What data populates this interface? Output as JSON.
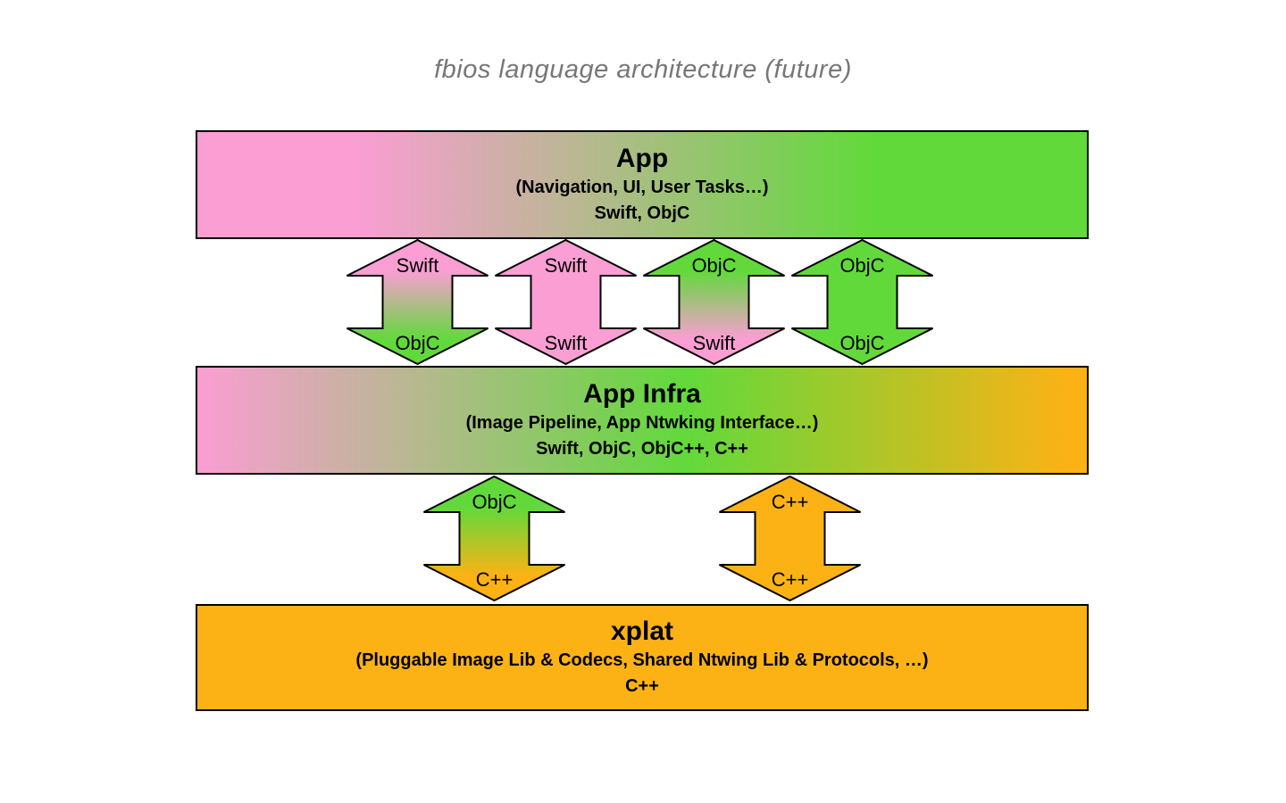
{
  "title": "fbios language architecture (future)",
  "colors": {
    "pink": "#FA9ED3",
    "green": "#62D93B",
    "orange": "#FCB215",
    "title_gray": "#777777",
    "border": "#000000"
  },
  "layers": [
    {
      "title": "App",
      "subtitle": "(Navigation, UI, User Tasks…)",
      "languages": "Swift, ObjC",
      "gradient": [
        "pink",
        "green"
      ]
    },
    {
      "title": "App Infra",
      "subtitle": "(Image Pipeline, App Ntwking Interface…)",
      "languages": "Swift, ObjC, ObjC++, C++",
      "gradient": [
        "pink",
        "green",
        "orange"
      ]
    },
    {
      "title": "xplat",
      "subtitle": "(Pluggable Image Lib & Codecs, Shared Ntwing Lib & Protocols, …)",
      "languages": "C++",
      "gradient": [
        "orange"
      ]
    }
  ],
  "arrows_top": [
    {
      "top_label": "Swift",
      "bottom_label": "ObjC",
      "top_fill": "#FA9ED3",
      "bottom_fill": "#62D93B"
    },
    {
      "top_label": "Swift",
      "bottom_label": "Swift",
      "top_fill": "#FA9ED3",
      "bottom_fill": "#FA9ED3"
    },
    {
      "top_label": "ObjC",
      "bottom_label": "Swift",
      "top_fill": "#62D93B",
      "bottom_fill": "#FA9ED3"
    },
    {
      "top_label": "ObjC",
      "bottom_label": "ObjC",
      "top_fill": "#62D93B",
      "bottom_fill": "#62D93B"
    }
  ],
  "arrows_bottom": [
    {
      "top_label": "ObjC",
      "bottom_label": "C++",
      "top_fill": "#62D93B",
      "bottom_fill": "#FCB215"
    },
    {
      "top_label": "C++",
      "bottom_label": "C++",
      "top_fill": "#FCB215",
      "bottom_fill": "#FCB215"
    }
  ]
}
